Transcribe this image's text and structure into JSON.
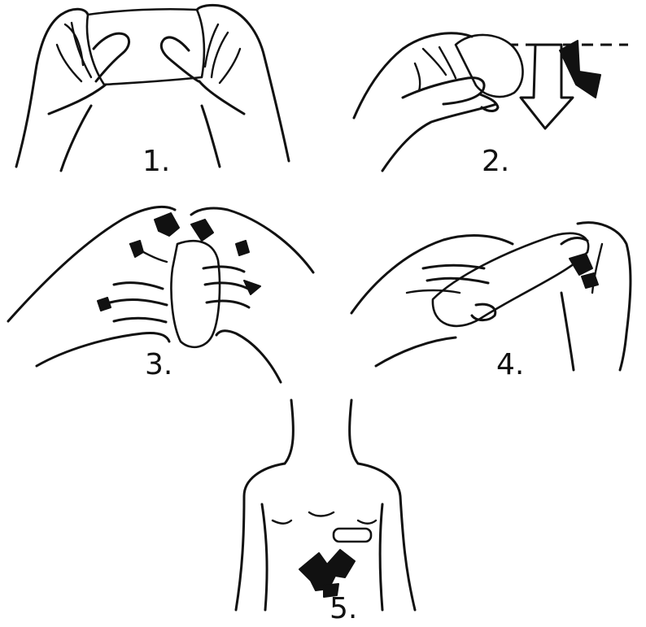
{
  "steps": [
    {
      "number_label": "1."
    },
    {
      "number_label": "2."
    },
    {
      "number_label": "3."
    },
    {
      "number_label": "4."
    },
    {
      "number_label": "5."
    }
  ],
  "colors": {
    "ink": "#111111",
    "background": "#ffffff"
  },
  "icons": [
    "down-arrow-icon",
    "up-arrow-icon",
    "dashed-fold-line"
  ]
}
